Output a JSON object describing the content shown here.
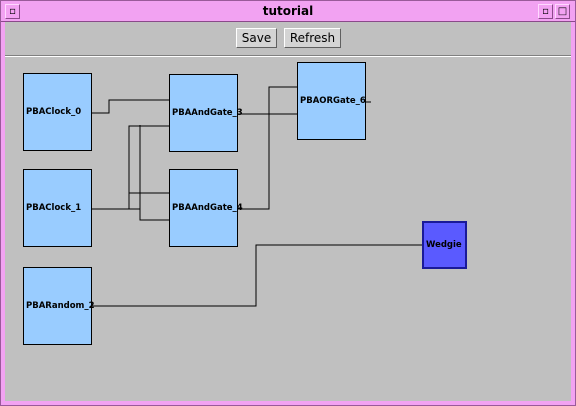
{
  "window": {
    "title": "tutorial"
  },
  "titlebar_icons": {
    "menu": "minimize-icon",
    "minimize": "minimize-icon",
    "maximize": "maximize-icon"
  },
  "toolbar": {
    "save_label": "Save",
    "refresh_label": "Refresh"
  },
  "nodes": {
    "clock0": "PBAClock_0",
    "clock1": "PBAClock_1",
    "random2": "PBARandom_2",
    "and3": "PBAAndGate_3",
    "and4": "PBAAndGate_4",
    "or6": "PBAORGate_6",
    "wedgie": "Wedgie"
  },
  "colors": {
    "node_fill": "#99ccff",
    "selected_fill": "#5a5aff",
    "titlebar": "#f2a2f2"
  }
}
